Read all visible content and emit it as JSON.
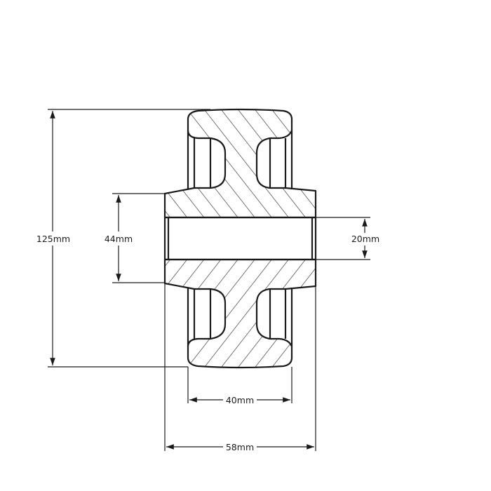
{
  "drawing": {
    "title": "Wheel cross-section technical drawing",
    "line_color": "#1a1a1a",
    "background": "#ffffff",
    "hatch_pattern": "diagonal-45",
    "dimensions": {
      "overall_diameter": {
        "label": "125mm",
        "value": 125,
        "unit": "mm",
        "orientation": "vertical"
      },
      "hub_diameter": {
        "label": "44mm",
        "value": 44,
        "unit": "mm",
        "orientation": "vertical"
      },
      "bore_diameter": {
        "label": "20mm",
        "value": 20,
        "unit": "mm",
        "orientation": "vertical"
      },
      "tread_width": {
        "label": "40mm",
        "value": 40,
        "unit": "mm",
        "orientation": "horizontal"
      },
      "hub_length": {
        "label": "58mm",
        "value": 58,
        "unit": "mm",
        "orientation": "horizontal"
      }
    }
  }
}
